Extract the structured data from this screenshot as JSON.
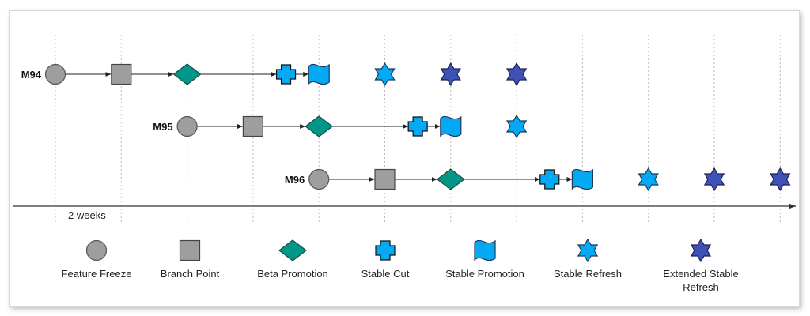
{
  "diagram": {
    "axis_label": "2 weeks",
    "colors": {
      "feature_freeze": "#9e9e9e",
      "branch_point": "#9e9e9e",
      "beta_promotion": "#009688",
      "stable_cut": "#03a9f4",
      "stable_promotion": "#03a9f4",
      "stable_refresh": "#03a9f4",
      "extended_stable_refresh": "#3f51b5"
    },
    "milestones": [
      {
        "label": "M94",
        "start_week_index": 0,
        "events": [
          {
            "type": "feature_freeze",
            "slot": 0
          },
          {
            "type": "branch_point",
            "slot": 1
          },
          {
            "type": "beta_promotion",
            "slot": 2
          },
          {
            "type": "stable_cut",
            "slot": 3.5
          },
          {
            "type": "stable_promotion",
            "slot": 4
          },
          {
            "type": "stable_refresh",
            "slot": 5
          },
          {
            "type": "extended_stable_refresh",
            "slot": 6
          },
          {
            "type": "extended_stable_refresh",
            "slot": 7
          }
        ]
      },
      {
        "label": "M95",
        "start_week_index": 2,
        "events": [
          {
            "type": "feature_freeze",
            "slot": 2
          },
          {
            "type": "branch_point",
            "slot": 3
          },
          {
            "type": "beta_promotion",
            "slot": 4
          },
          {
            "type": "stable_cut",
            "slot": 5.5
          },
          {
            "type": "stable_promotion",
            "slot": 6
          },
          {
            "type": "stable_refresh",
            "slot": 7
          }
        ]
      },
      {
        "label": "M96",
        "start_week_index": 4,
        "events": [
          {
            "type": "feature_freeze",
            "slot": 4
          },
          {
            "type": "branch_point",
            "slot": 5
          },
          {
            "type": "beta_promotion",
            "slot": 6
          },
          {
            "type": "stable_cut",
            "slot": 7.5
          },
          {
            "type": "stable_promotion",
            "slot": 8
          },
          {
            "type": "stable_refresh",
            "slot": 9
          },
          {
            "type": "extended_stable_refresh",
            "slot": 10
          },
          {
            "type": "extended_stable_refresh",
            "slot": 11
          }
        ]
      }
    ],
    "legend": [
      {
        "type": "feature_freeze",
        "label": "Feature Freeze"
      },
      {
        "type": "branch_point",
        "label": "Branch Point"
      },
      {
        "type": "beta_promotion",
        "label": "Beta Promotion"
      },
      {
        "type": "stable_cut",
        "label": "Stable Cut"
      },
      {
        "type": "stable_promotion",
        "label": "Stable Promotion"
      },
      {
        "type": "stable_refresh",
        "label": "Stable Refresh"
      },
      {
        "type": "extended_stable_refresh",
        "label": "Extended Stable Refresh",
        "lines": [
          "Extended Stable",
          "Refresh"
        ]
      }
    ]
  }
}
